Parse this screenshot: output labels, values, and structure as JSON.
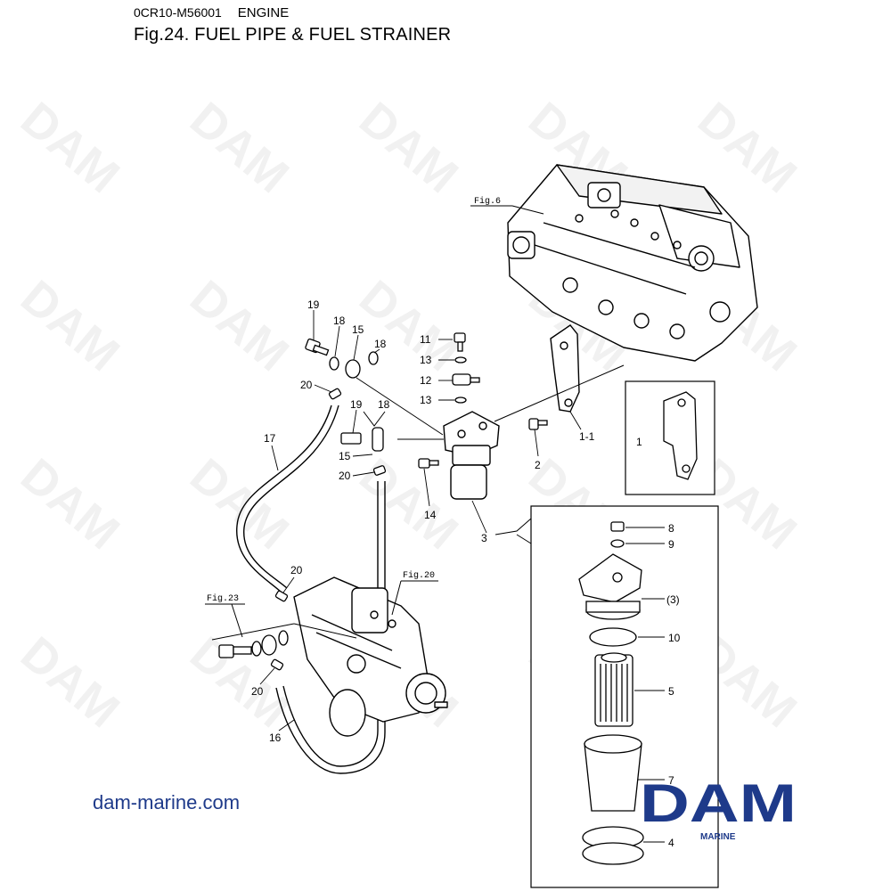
{
  "header": {
    "code": "0CR10-M56001",
    "section": "ENGINE",
    "title": "Fig.24.  FUEL PIPE & FUEL STRAINER"
  },
  "watermark": {
    "text": "DAM"
  },
  "references": {
    "fig6": "Fig.6",
    "fig20": "Fig.20",
    "fig23": "Fig.23"
  },
  "callouts": {
    "c19a": "19",
    "c18a": "18",
    "c15a": "15",
    "c18b": "18",
    "c20a": "20",
    "c11": "11",
    "c13a": "13",
    "c12": "12",
    "c13b": "13",
    "c19b": "19",
    "c18c": "18",
    "c15b": "15",
    "c20b": "20",
    "c17": "17",
    "c14": "14",
    "c3": "3",
    "c2": "2",
    "c1_1": "1-1",
    "c1": "1",
    "c20c": "20",
    "c20d": "20",
    "c16": "16",
    "c8": "8",
    "c9": "9",
    "c3p": "(3)",
    "c10": "10",
    "c5": "5",
    "c7": "7",
    "c4": "4"
  },
  "footer": {
    "website": "dam-marine.com",
    "logo_main": "DAM",
    "logo_sub": "MARINE"
  },
  "colors": {
    "brand": "#1e3a8a",
    "line": "#000000"
  }
}
